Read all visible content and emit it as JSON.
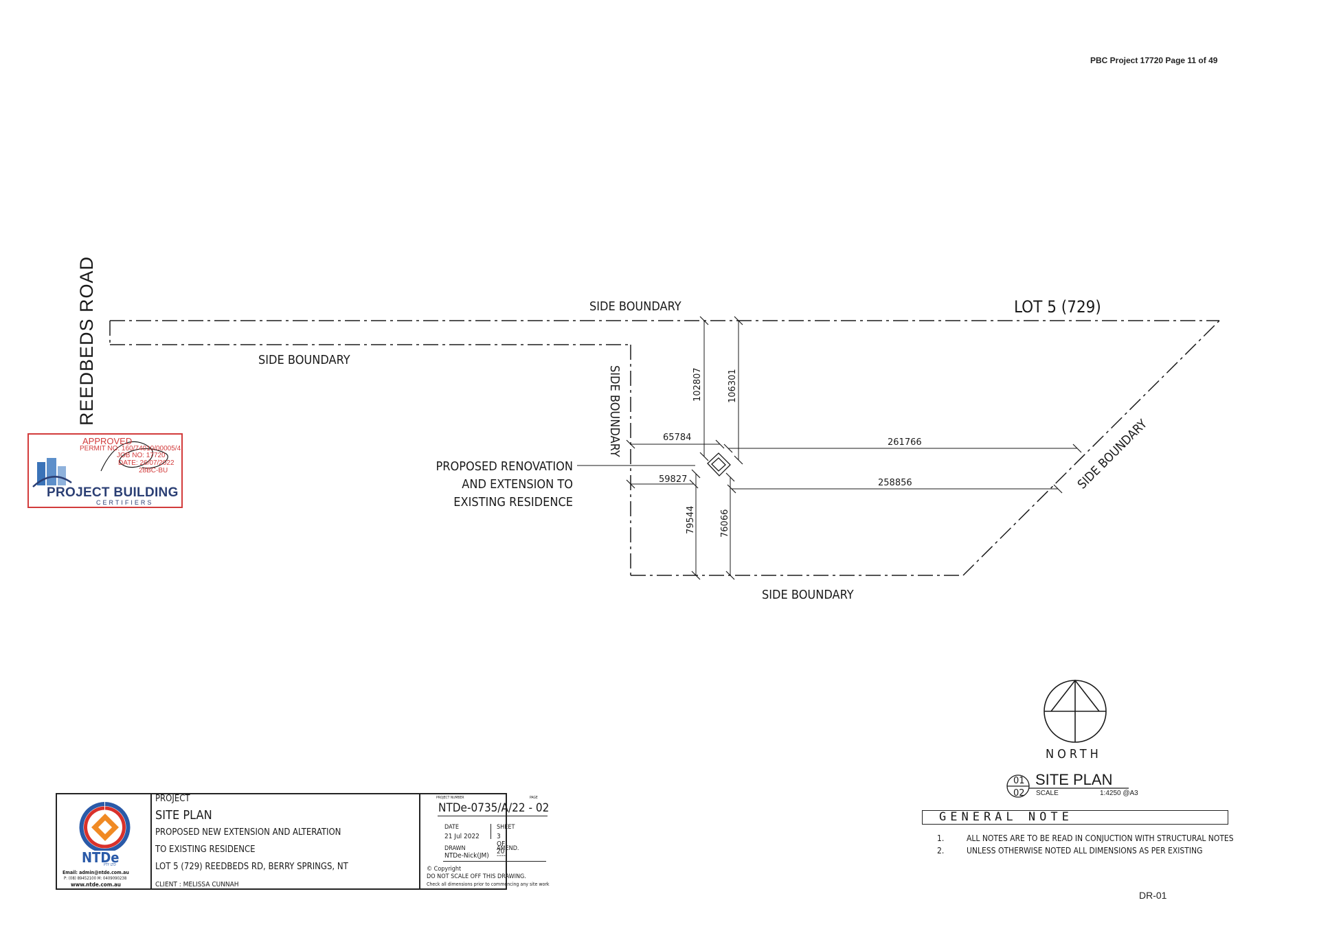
{
  "header": {
    "project_page": "PBC Project 17720 Page 11 of 49"
  },
  "road_label": "REEDBEDS ROAD",
  "plan": {
    "lot_label": "LOT 5 (729)",
    "boundaries": {
      "top": "SIDE BOUNDARY",
      "left_upper": "SIDE BOUNDARY",
      "vertical": "SIDE BOUNDARY",
      "diagonal": "SIDE BOUNDARY",
      "bottom": "SIDE BOUNDARY"
    },
    "renovation_label": {
      "line1": "PROPOSED RENOVATION",
      "line2": "AND EXTENSION TO",
      "line3": "EXISTING RESIDENCE"
    },
    "dimensions": {
      "d_102807": "102807",
      "d_106301": "106301",
      "d_65784": "65784",
      "d_261766": "261766",
      "d_59827": "59827",
      "d_258856": "258856",
      "d_79544": "79544",
      "d_76066": "76066"
    }
  },
  "stamp": {
    "approved": "APPROVED",
    "permit": "PERMIT NO: 160/74010/00005/4",
    "job": "JOB NO: 17720",
    "date": "DATE: 26/07/2022",
    "initials": "28BC-BU",
    "company": "PROJECT BUILDING",
    "company_sub": "CERTIFIERS"
  },
  "north": {
    "label": "NORTH"
  },
  "site_plan": {
    "num_top": "01",
    "num_bottom": "02",
    "title": "SITE PLAN",
    "scale_label": "SCALE",
    "scale_value": "1:4250 @A3"
  },
  "general_note": {
    "title": "GENERAL NOTE",
    "items": [
      {
        "num": "1.",
        "text": "ALL NOTES ARE TO BE READ IN CONJUCTION WITH STRUCTURAL NOTES"
      },
      {
        "num": "2.",
        "text": "UNLESS OTHERWISE NOTED ALL DIMENSIONS AS PER EXISTING"
      }
    ]
  },
  "title_block": {
    "logo_name": "NTDe",
    "logo_sub": "PTY LTD",
    "email": "Email: admin@ntde.com.au",
    "phone": "P: (08) 89452100  M: 0409090238",
    "web": "www.ntde.com.au",
    "project_label": "PROJECT",
    "sheet_title": "SITE PLAN",
    "desc1": "PROPOSED NEW EXTENSION AND ALTERATION",
    "desc2": "TO EXISTING RESIDENCE",
    "address": "LOT 5 (729) REEDBEDS RD, BERRY SPRINGS, NT",
    "client": "CLIENT : MELISSA CUNNAH",
    "project_number_label": "PROJECT NUMBER",
    "page_label": "PAGE",
    "project_number": "NTDe-0735/A/22 - 02",
    "date_label": "DATE",
    "date_value": "21 Jul 2022",
    "sheet_label": "SHEET",
    "sheet_value": "3 OF 20",
    "drawn_label": "DRAWN",
    "drawn_value": "NTDe-Nick(JM)",
    "amend_label": "AMEND.",
    "amend_value": "----",
    "copyright": "©  Copyright",
    "noscale": "DO NOT SCALE OFF THIS DRAWING.",
    "check": "Check all dimensions prior to commencing any site work"
  },
  "footer": {
    "drawing_ref": "DR-01"
  },
  "colors": {
    "stamp_red": "#d23a3a",
    "certifier_blue": "#2b3f74",
    "logo_orange": "#f08a24",
    "logo_red": "#d9312b",
    "logo_blue": "#2a5aa8"
  }
}
